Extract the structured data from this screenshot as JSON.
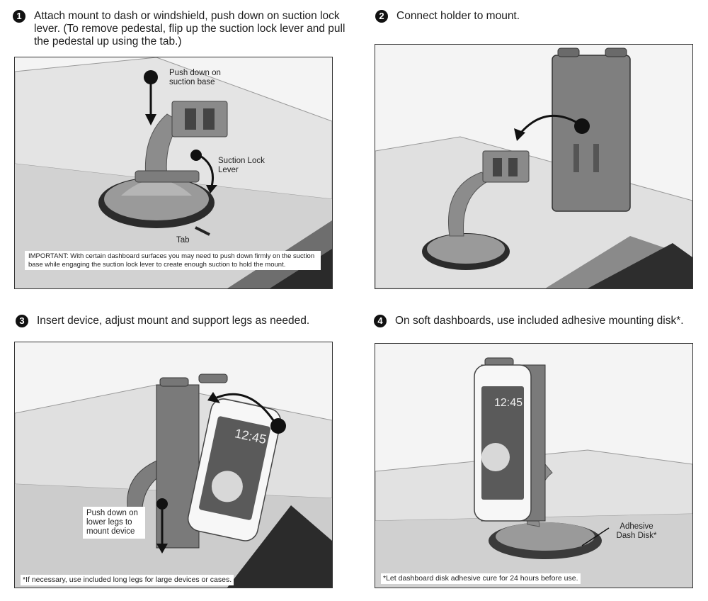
{
  "steps": [
    {
      "number": "1",
      "instruction": "Attach mount to dash or windshield, push down on suction lock lever. (To remove pedestal, flip up the suction lock lever and pull the pedestal up using the tab.)",
      "callouts": {
        "push_down": "Push down on suction base",
        "lock_lever": "Suction Lock Lever",
        "tab": "Tab"
      },
      "important_note": "IMPORTANT: With certain dashboard surfaces you may need to push down firmly on the suction base while engaging the suction lock lever to create enough suction to hold the mount."
    },
    {
      "number": "2",
      "instruction": "Connect holder to mount."
    },
    {
      "number": "3",
      "instruction": "Insert device, adjust mount and support legs as needed.",
      "callouts": {
        "lower_legs": "Push down on lower legs to mount device",
        "phone_time": "12:45"
      },
      "footnote": "*If necessary, use included long legs for large devices or cases."
    },
    {
      "number": "4",
      "instruction": "On soft dashboards, use included adhesive mounting disk*.",
      "callouts": {
        "adhesive_disk": "Adhesive Dash Disk*",
        "phone_time": "12:45"
      },
      "footnote": "*Let dashboard disk adhesive cure for 24 hours before use."
    }
  ],
  "colors": {
    "dash_light": "#e6e6e6",
    "dash_mid": "#bdbdbd",
    "dash_dark": "#7a7a7a",
    "mount_gray": "#8c8c8c",
    "arrow": "#111111"
  },
  "icons": [
    "down-arrow-icon",
    "curved-arrow-icon",
    "phone-icon",
    "suction-cup-icon"
  ]
}
